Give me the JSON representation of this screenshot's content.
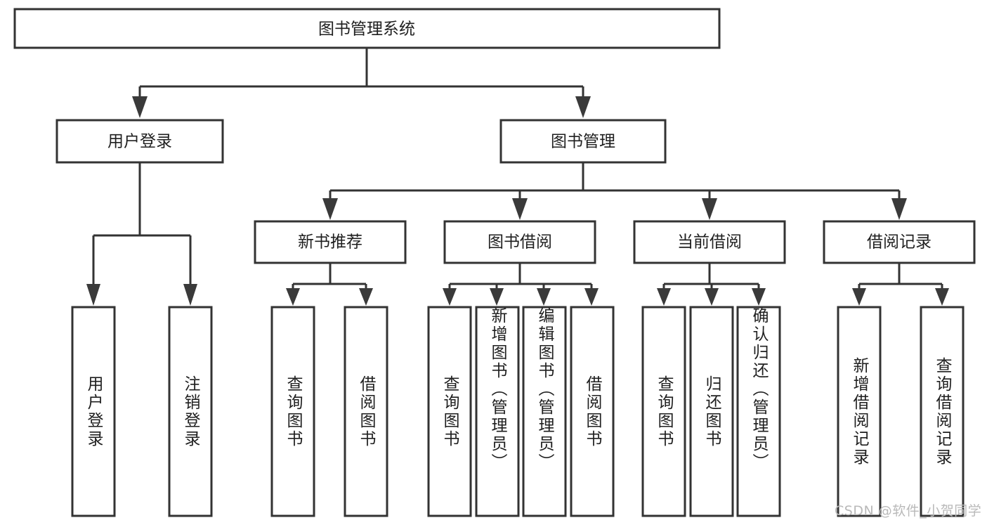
{
  "diagram": {
    "type": "tree-hierarchy",
    "title": "图书管理系统",
    "watermark": "CSDN @软件_小贺同学",
    "colors": {
      "box_fill": "#ffffff",
      "box_stroke": "#333333",
      "text": "#1f1f1f",
      "background": "#ffffff",
      "watermark": "#b9b9b9"
    },
    "levels": {
      "root": "图书管理系统",
      "level2": [
        "用户登录",
        "图书管理"
      ],
      "level3": [
        "新书推荐",
        "图书借阅",
        "当前借阅",
        "借阅记录"
      ],
      "level4": [
        "用户登录",
        "注销登录",
        "查询图书",
        "借阅图书",
        "查询图书",
        "新增图书（管理员）",
        "编辑图书（管理员）",
        "借阅图书",
        "查询图书",
        "归还图书",
        "确认归还（管理员）",
        "新增借阅记录",
        "查询借阅记录"
      ]
    },
    "nodes": {
      "root": {
        "label": "图书管理系统"
      },
      "user_login": {
        "label": "用户登录"
      },
      "book_manage": {
        "label": "图书管理"
      },
      "new_book_rec": {
        "label": "新书推荐"
      },
      "book_borrow": {
        "label": "图书借阅"
      },
      "current_borrow": {
        "label": "当前借阅"
      },
      "borrow_record": {
        "label": "借阅记录"
      },
      "leaf_user_login": {
        "label": "用户登录"
      },
      "leaf_logout": {
        "label": "注销登录"
      },
      "leaf_query_book_1": {
        "label": "查询图书"
      },
      "leaf_borrow_book_1": {
        "label": "借阅图书"
      },
      "leaf_query_book_2": {
        "label": "查询图书"
      },
      "leaf_add_book": {
        "label": "新增图书（管理员）"
      },
      "leaf_edit_book": {
        "label": "编辑图书（管理员）"
      },
      "leaf_borrow_book_2": {
        "label": "借阅图书"
      },
      "leaf_query_book_3": {
        "label": "查询图书"
      },
      "leaf_return_book": {
        "label": "归还图书"
      },
      "leaf_confirm_return": {
        "label": "确认归还（管理员）"
      },
      "leaf_add_record": {
        "label": "新增借阅记录"
      },
      "leaf_query_record": {
        "label": "查询借阅记录"
      }
    },
    "edges": [
      {
        "from": "root",
        "to": "user_login"
      },
      {
        "from": "root",
        "to": "book_manage"
      },
      {
        "from": "user_login",
        "to": "leaf_user_login"
      },
      {
        "from": "user_login",
        "to": "leaf_logout"
      },
      {
        "from": "book_manage",
        "to": "new_book_rec"
      },
      {
        "from": "book_manage",
        "to": "book_borrow"
      },
      {
        "from": "book_manage",
        "to": "current_borrow"
      },
      {
        "from": "book_manage",
        "to": "borrow_record"
      },
      {
        "from": "new_book_rec",
        "to": "leaf_query_book_1"
      },
      {
        "from": "new_book_rec",
        "to": "leaf_borrow_book_1"
      },
      {
        "from": "book_borrow",
        "to": "leaf_query_book_2"
      },
      {
        "from": "book_borrow",
        "to": "leaf_add_book"
      },
      {
        "from": "book_borrow",
        "to": "leaf_edit_book"
      },
      {
        "from": "book_borrow",
        "to": "leaf_borrow_book_2"
      },
      {
        "from": "current_borrow",
        "to": "leaf_query_book_3"
      },
      {
        "from": "current_borrow",
        "to": "leaf_return_book"
      },
      {
        "from": "current_borrow",
        "to": "leaf_confirm_return"
      },
      {
        "from": "borrow_record",
        "to": "leaf_add_record"
      },
      {
        "from": "borrow_record",
        "to": "leaf_query_record"
      }
    ]
  }
}
